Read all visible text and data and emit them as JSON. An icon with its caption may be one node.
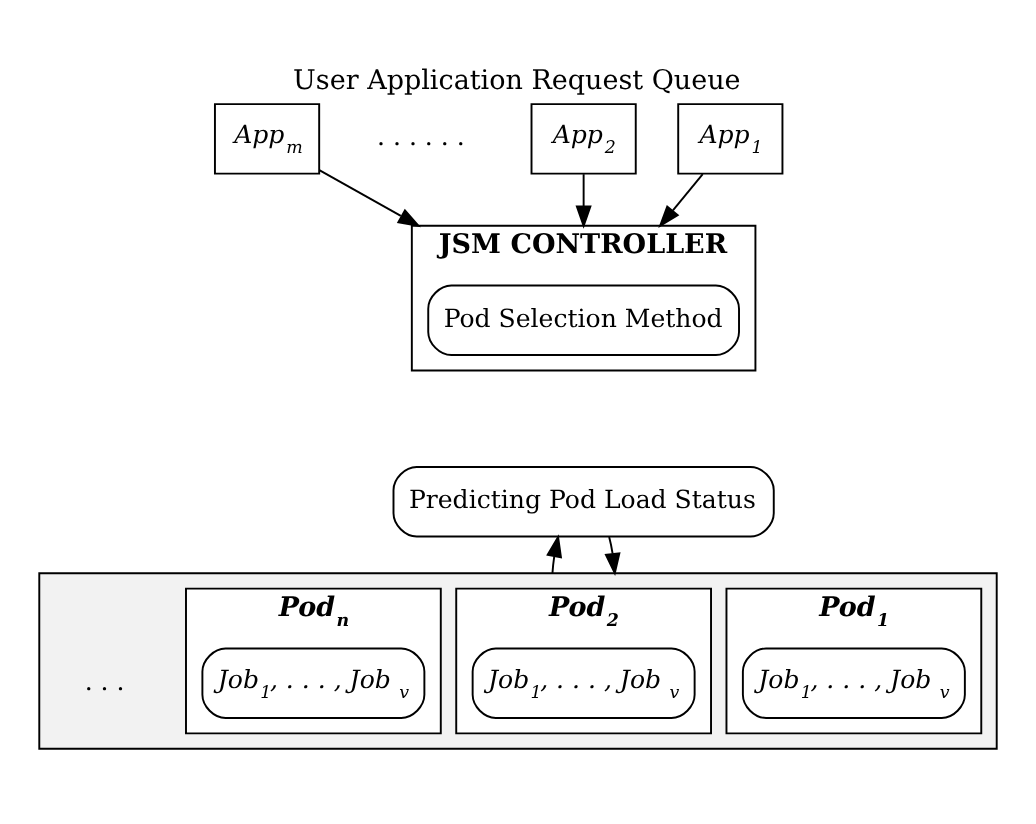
{
  "diagram": {
    "title": "User Application Request Queue",
    "nodes": [
      {
        "text": [
          "App$_{m}$"
        ]
      },
      {
        "text": [
          "App$_{2}$"
        ]
      },
      {
        "text": [
          "App$_{1}$"
        ]
      },
      {
        "text": [
          "JSM CONTROLLER"
        ]
      },
      {
        "text": [
          "Pod Selection Method"
        ],
        "in": 3
      },
      {
        "text": [
          "Predicting Pod Load Status"
        ]
      },
      {
        "text": [],
        "shape": "box"
      },
      {
        "text": [
          "Pod$_{1}$"
        ],
        "in": 6
      },
      {
        "text": [
          "Job$_{1}$, . . . , Job$_{v}$"
        ],
        "in": 7
      },
      {
        "text": [
          "Pod$_{2}$"
        ],
        "in": 6
      },
      {
        "text": [
          "Job$_{1}$, . . . , Job$_{v}$"
        ],
        "in": 9
      },
      {
        "text": [
          "Pod$_{n}$"
        ],
        "in": 6
      },
      {
        "text": [
          "Job$_{1}$, . . . , Job$_{v}$"
        ],
        "in": 11
      }
    ],
    "edges": [
      {
        "from": 0,
        "to": 3,
        "arrow": "to"
      },
      {
        "from": 1,
        "to": 3,
        "arrow": "to"
      },
      {
        "from": 2,
        "to": 3,
        "arrow": "to"
      },
      {
        "from": 5,
        "to": 6,
        "arrow": "to"
      },
      {
        "from": 6,
        "to": 5,
        "arrow": "to"
      }
    ],
    "labels": [
      ". . . . . .",
      ". . ."
    ]
  }
}
